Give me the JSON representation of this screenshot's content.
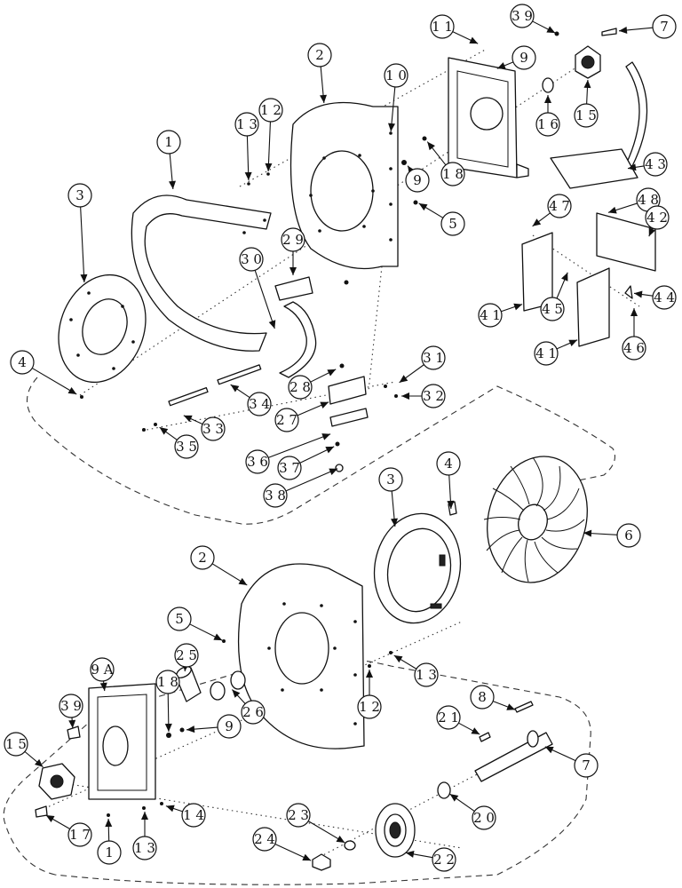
{
  "callouts": [
    {
      "id": "c-top-11",
      "text": "1 1"
    },
    {
      "id": "c-top-39",
      "text": "3 9"
    },
    {
      "id": "c-top-7",
      "text": "7"
    },
    {
      "id": "c-top-2",
      "text": "2"
    },
    {
      "id": "c-top-10",
      "text": "1 0"
    },
    {
      "id": "c-top-9",
      "text": "9"
    },
    {
      "id": "c-top-13",
      "text": "1 3"
    },
    {
      "id": "c-top-12",
      "text": "1 2"
    },
    {
      "id": "c-top-1",
      "text": "1"
    },
    {
      "id": "c-top-9b",
      "text": "9"
    },
    {
      "id": "c-top-18",
      "text": "1 8"
    },
    {
      "id": "c-top-16",
      "text": "1 6"
    },
    {
      "id": "c-top-15",
      "text": "1 5"
    },
    {
      "id": "c-top-3",
      "text": "3"
    },
    {
      "id": "c-top-5",
      "text": "5"
    },
    {
      "id": "c-top-43",
      "text": "4 3"
    },
    {
      "id": "c-top-47",
      "text": "4 7"
    },
    {
      "id": "c-top-48",
      "text": "4 8"
    },
    {
      "id": "c-top-42",
      "text": "4 2"
    },
    {
      "id": "c-top-29",
      "text": "2 9"
    },
    {
      "id": "c-top-30",
      "text": "3 0"
    },
    {
      "id": "c-top-41",
      "text": "4 1"
    },
    {
      "id": "c-top-45",
      "text": "4 5"
    },
    {
      "id": "c-top-44",
      "text": "4 4"
    },
    {
      "id": "c-top-46",
      "text": "4 6"
    },
    {
      "id": "c-top-41b",
      "text": "4 1"
    },
    {
      "id": "c-top-4",
      "text": "4"
    },
    {
      "id": "c-top-31",
      "text": "3 1"
    },
    {
      "id": "c-top-28",
      "text": "2 8"
    },
    {
      "id": "c-top-34",
      "text": "3 4"
    },
    {
      "id": "c-top-32",
      "text": "3 2"
    },
    {
      "id": "c-top-27",
      "text": "2 7"
    },
    {
      "id": "c-top-33",
      "text": "3 3"
    },
    {
      "id": "c-top-35",
      "text": "3 5"
    },
    {
      "id": "c-top-36",
      "text": "3 6"
    },
    {
      "id": "c-top-37",
      "text": "3 7"
    },
    {
      "id": "c-top-38",
      "text": "3 8"
    },
    {
      "id": "c-bot-4",
      "text": "4"
    },
    {
      "id": "c-bot-3",
      "text": "3"
    },
    {
      "id": "c-bot-6",
      "text": "6"
    },
    {
      "id": "c-bot-2",
      "text": "2"
    },
    {
      "id": "c-bot-5",
      "text": "5"
    },
    {
      "id": "c-bot-25",
      "text": "2 5"
    },
    {
      "id": "c-bot-9a",
      "text": "9 A"
    },
    {
      "id": "c-bot-13",
      "text": "1 3"
    },
    {
      "id": "c-bot-18",
      "text": "1 8"
    },
    {
      "id": "c-bot-26",
      "text": "2 6"
    },
    {
      "id": "c-bot-9",
      "text": "9"
    },
    {
      "id": "c-bot-12",
      "text": "1 2"
    },
    {
      "id": "c-bot-8",
      "text": "8"
    },
    {
      "id": "c-bot-39",
      "text": "3 9"
    },
    {
      "id": "c-bot-21",
      "text": "2 1"
    },
    {
      "id": "c-bot-15",
      "text": "1 5"
    },
    {
      "id": "c-bot-7",
      "text": "7"
    },
    {
      "id": "c-bot-14",
      "text": "1 4"
    },
    {
      "id": "c-bot-20",
      "text": "2 0"
    },
    {
      "id": "c-bot-17",
      "text": "1 7"
    },
    {
      "id": "c-bot-1",
      "text": "1"
    },
    {
      "id": "c-bot-13b",
      "text": "1 3"
    },
    {
      "id": "c-bot-23",
      "text": "2 3"
    },
    {
      "id": "c-bot-24",
      "text": "2 4"
    },
    {
      "id": "c-bot-22",
      "text": "2 2"
    }
  ]
}
